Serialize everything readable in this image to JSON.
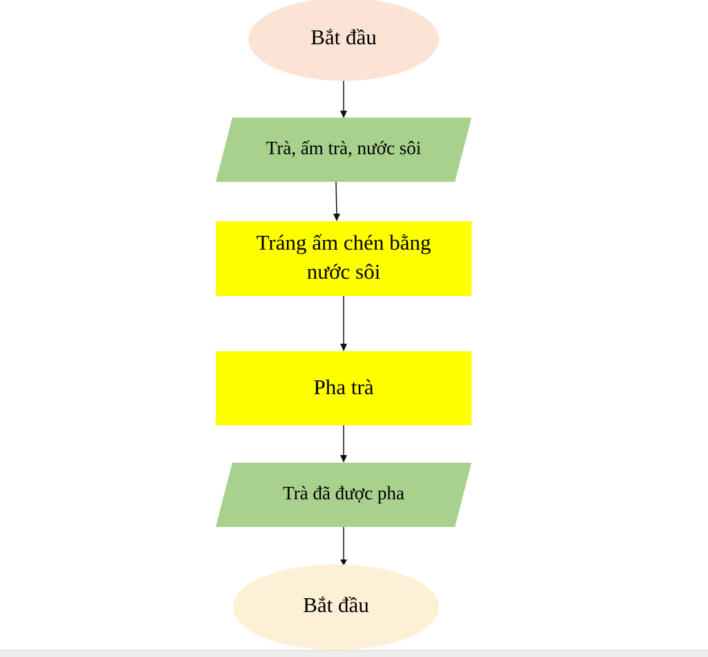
{
  "flowchart": {
    "start": {
      "label": "Bắt đầu",
      "color": "#fbe4d6"
    },
    "input": {
      "label": "Trà, ấm trà, nước sôi",
      "color": "#a9d18e"
    },
    "step1": {
      "line1": "Tráng ấm chén bằng",
      "line2": "nước sôi",
      "color": "#ffff00"
    },
    "step2": {
      "label": "Pha trà",
      "color": "#ffff00"
    },
    "output": {
      "label": "Trà đã được pha",
      "color": "#a9d18e"
    },
    "end": {
      "label": "Bắt đầu",
      "color": "#fdf0d6"
    }
  }
}
